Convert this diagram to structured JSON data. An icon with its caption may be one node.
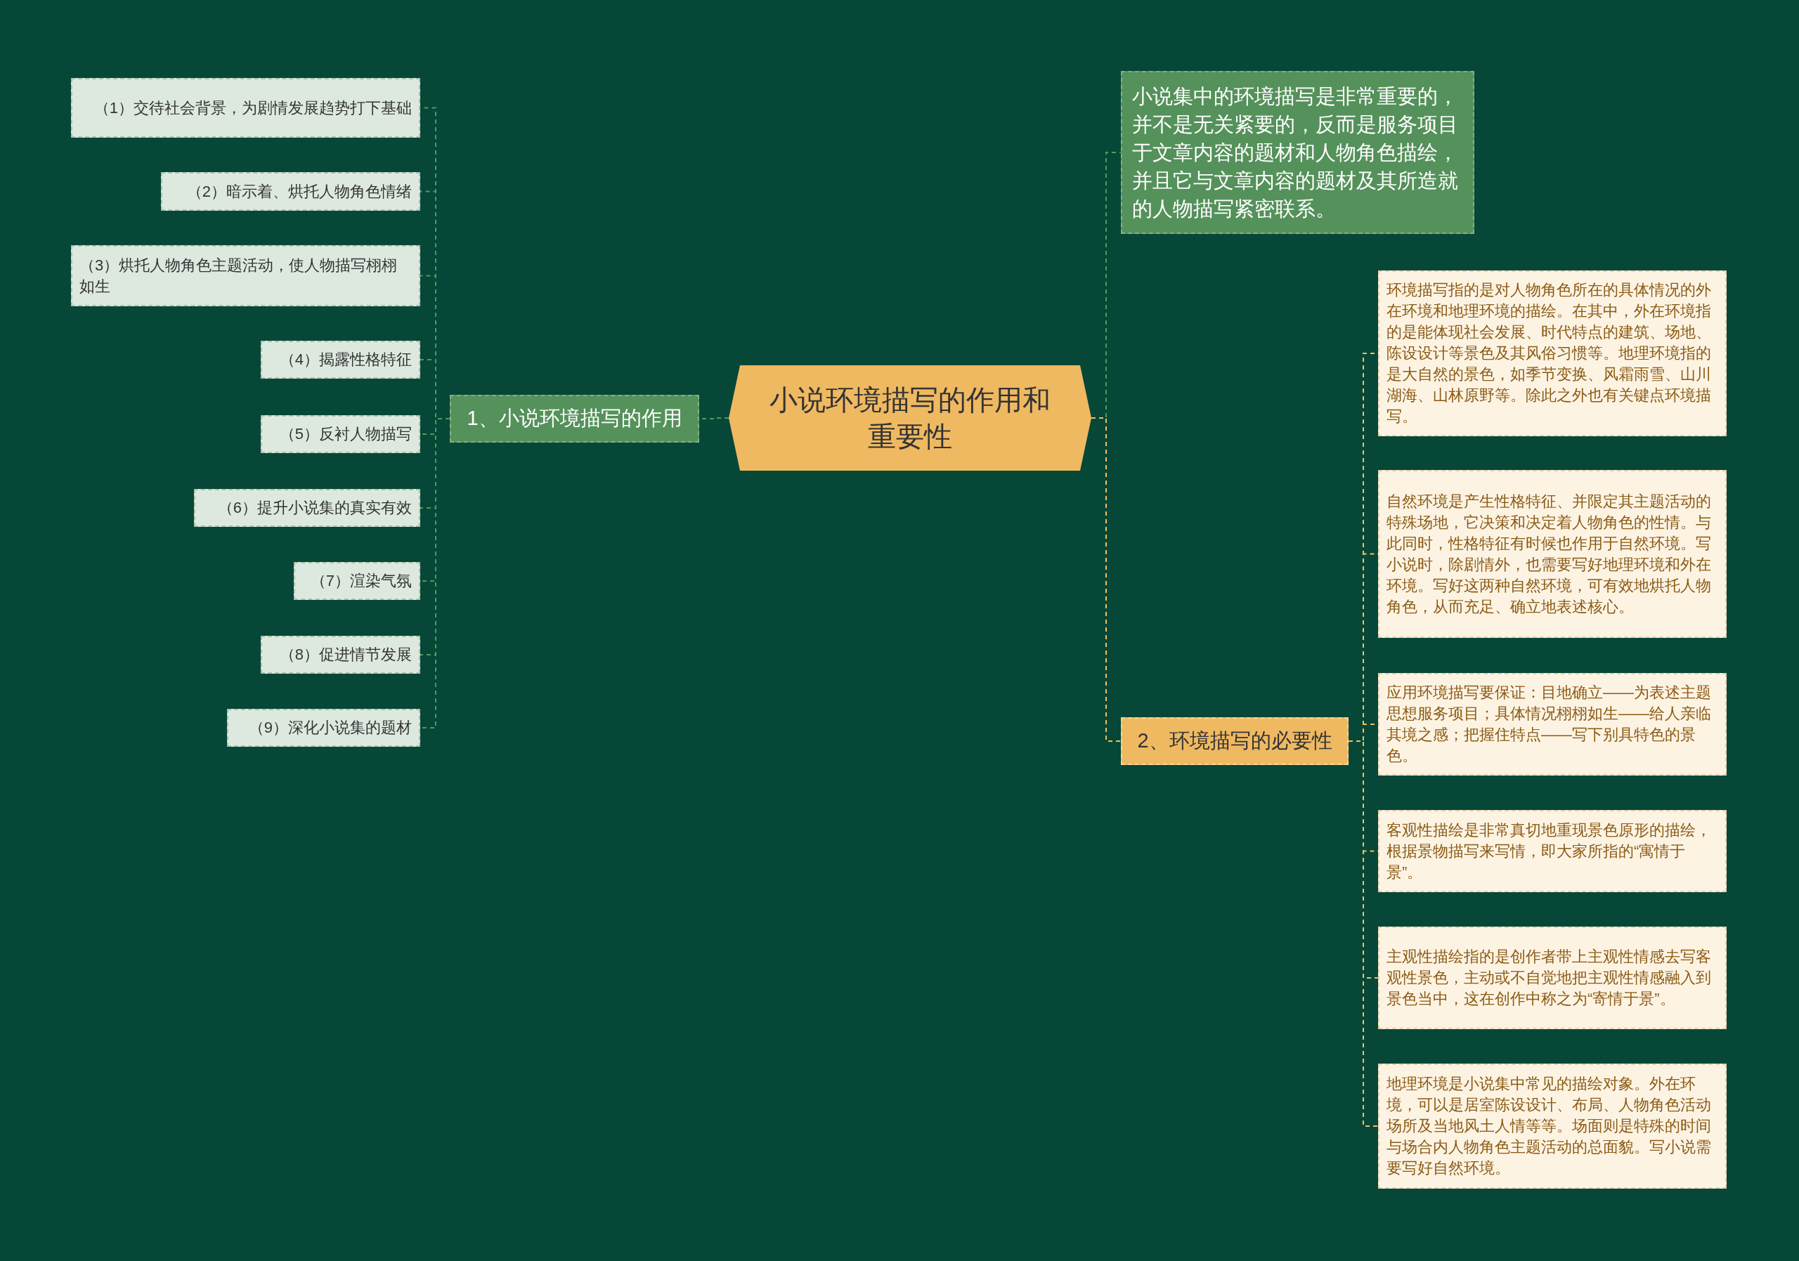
{
  "diagram": {
    "nodes": [
      {
        "text": [
          "小说环境描写的作用和重要性"
        ]
      },
      {
        "text": [
          "1、小说环境描写的作用"
        ]
      },
      {
        "text": [
          "（1）交待社会背景，为剧情发展趋势打下基础"
        ]
      },
      {
        "text": [
          "（2）暗示着、烘托人物角色情绪"
        ]
      },
      {
        "text": [
          "（3）烘托人物角色主题活动，使人物描写栩栩如生"
        ]
      },
      {
        "text": [
          "（4）揭露性格特征"
        ]
      },
      {
        "text": [
          "（5）反衬人物描写"
        ]
      },
      {
        "text": [
          "（6）提升小说集的真实有效"
        ]
      },
      {
        "text": [
          "（7）渲染气氛"
        ]
      },
      {
        "text": [
          "（8）促进情节发展"
        ]
      },
      {
        "text": [
          "（9）深化小说集的题材"
        ]
      },
      {
        "text": [
          "小说集中的环境描写是非常重要的，并不是无关紧要的，反而是服务项目于文章内容的题材和人物角色描绘，并且它与文章内容的题材及其所造就的人物描写紧密联系。"
        ]
      },
      {
        "text": [
          "2、环境描写的必要性"
        ]
      },
      {
        "text": [
          "环境描写指的是对人物角色所在的具体情况的外在环境和地理环境的描绘。在其中，外在环境指的是能体现社会发展、时代特点的建筑、场地、陈设设计等景色及其风俗习惯等。地理环境指的是大自然的景色，如季节变换、风霜雨雪、山川湖海、山林原野等。除此之外也有关键点环境描写。"
        ]
      },
      {
        "text": [
          "自然环境是产生性格特征、并限定其主题活动的特殊场地，它决策和决定着人物角色的性情。与此同时，性格特征有时候也作用于自然环境。写小说时，除剧情外，也需要写好地理环境和外在环境。写好这两种自然环境，可有效地烘托人物角色，从而充足、确立地表述核心。"
        ]
      },
      {
        "text": [
          "应用环境描写要保证：目地确立——为表述主题思想服务项目；具体情况栩栩如生——给人亲临其境之感；把握住特点——写下别具特色的景色。"
        ]
      },
      {
        "text": [
          "客观性描绘是非常真切地重现景色原形的描绘，根据景物描写来写情，即大家所指的“寓情于景”。"
        ]
      },
      {
        "text": [
          "主观性描绘指的是创作者带上主观性情感去写客观性景色，主动或不自觉地把主观性情感融入到景色当中，这在创作中称之为“寄情于景”。"
        ]
      },
      {
        "text": [
          "地理环境是小说集中常见的描绘对象。外在环境，可以是居室陈设设计、布局、人物角色活动场所及当地风土人情等等。场面则是特殊的时间与场合内人物角色主题活动的总面貌。写小说需要写好自然环境。"
        ]
      }
    ],
    "edges": [
      {
        "from": 0,
        "to": 1,
        "arrow": "none",
        "style": "dashed"
      },
      {
        "from": 1,
        "to": 2,
        "arrow": "none",
        "style": "dashed"
      },
      {
        "from": 1,
        "to": 3,
        "arrow": "none",
        "style": "dashed"
      },
      {
        "from": 1,
        "to": 4,
        "arrow": "none",
        "style": "dashed"
      },
      {
        "from": 1,
        "to": 5,
        "arrow": "none",
        "style": "dashed"
      },
      {
        "from": 1,
        "to": 6,
        "arrow": "none",
        "style": "dashed"
      },
      {
        "from": 1,
        "to": 7,
        "arrow": "none",
        "style": "dashed"
      },
      {
        "from": 1,
        "to": 8,
        "arrow": "none",
        "style": "dashed"
      },
      {
        "from": 1,
        "to": 9,
        "arrow": "none",
        "style": "dashed"
      },
      {
        "from": 1,
        "to": 10,
        "arrow": "none",
        "style": "dashed"
      },
      {
        "from": 0,
        "to": 11,
        "arrow": "none",
        "style": "dashed"
      },
      {
        "from": 0,
        "to": 12,
        "arrow": "none",
        "style": "dashed",
        "color": "#f0c060"
      },
      {
        "from": 12,
        "to": 13,
        "arrow": "none",
        "style": "dashed",
        "color": "#f0c060"
      },
      {
        "from": 12,
        "to": 14,
        "arrow": "none",
        "style": "dashed",
        "color": "#f0c060"
      },
      {
        "from": 12,
        "to": 15,
        "arrow": "none",
        "style": "dashed",
        "color": "#f0c060"
      },
      {
        "from": 12,
        "to": 16,
        "arrow": "none",
        "style": "dashed",
        "color": "#f0c060"
      },
      {
        "from": 12,
        "to": 17,
        "arrow": "none",
        "style": "dashed",
        "color": "#f0c060"
      },
      {
        "from": 12,
        "to": 18,
        "arrow": "none",
        "style": "dashed",
        "color": "#f0c060"
      }
    ]
  }
}
